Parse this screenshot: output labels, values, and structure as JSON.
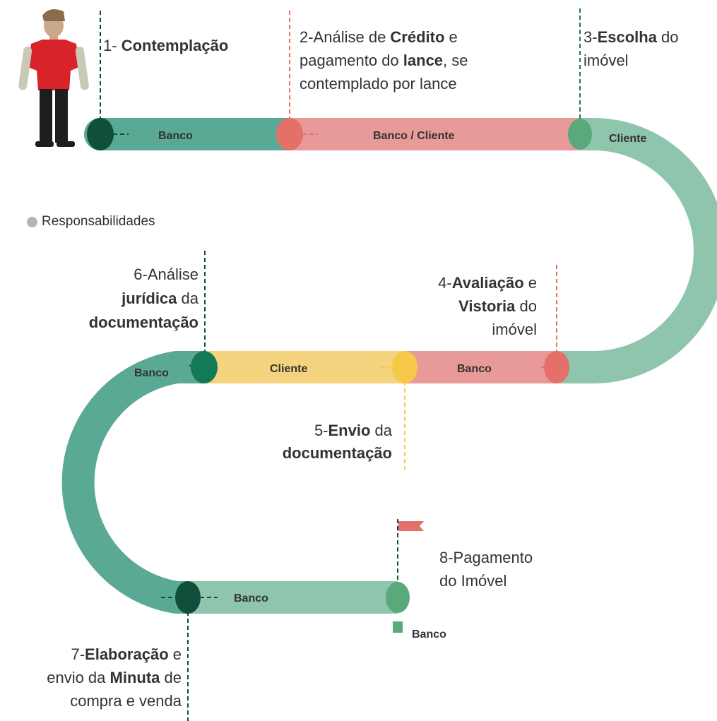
{
  "colors": {
    "green_dark": "#5aa994",
    "green_light": "#8fc4ad",
    "red_light": "#e89a98",
    "red_dot": "#e5706a",
    "yellow": "#f3d37e",
    "yellow_dot": "#f7c948",
    "dark_dot": "#0f4f3b",
    "mid_dot": "#137a57",
    "flag": "#e5706a"
  },
  "legend": {
    "label": "Responsabilidades"
  },
  "steps": [
    {
      "id": 1,
      "pre": "1- ",
      "bold": "Contemplação"
    },
    {
      "id": 2,
      "line1_pre": "2-Análise de ",
      "line1_bold": "Crédito",
      "line1_post": " e",
      "line2_pre": "pagamento do ",
      "line2_bold": "lance",
      "line2_post": ", se",
      "line3": "contemplado por lance"
    },
    {
      "id": 3,
      "line1_pre": "3-",
      "line1_bold": "Escolha",
      "line1_post": " do",
      "line2": "imóvel"
    },
    {
      "id": 4,
      "line1_pre": "4-",
      "line1_bold": "Avaliação",
      "line1_post": " e",
      "line2_bold": "Vistoria",
      "line2_post": " do",
      "line3": "imóvel"
    },
    {
      "id": 5,
      "line1_pre": "5-",
      "line1_bold": "Envio",
      "line1_post": " da",
      "line2_bold": "documentação"
    },
    {
      "id": 6,
      "line1": "6-Análise",
      "line2_bold": "jurídica",
      "line2_post": " da",
      "line3_bold": "documentação"
    },
    {
      "id": 7,
      "line1_pre": "7-",
      "line1_bold": "Elaboração",
      "line1_post": " e",
      "line2_pre": "envio da ",
      "line2_bold": "Minuta",
      "line2_post": " de",
      "line3": "compra e venda"
    },
    {
      "id": 8,
      "line1": "8-Pagamento",
      "line2": "do Imóvel"
    }
  ],
  "segments": {
    "s1": "Banco",
    "s2": "Banco / Cliente",
    "s3": "Cliente",
    "s4": "Banco",
    "s5": "Cliente",
    "s6": "Banco",
    "s7": "Banco",
    "s8": "Banco"
  }
}
